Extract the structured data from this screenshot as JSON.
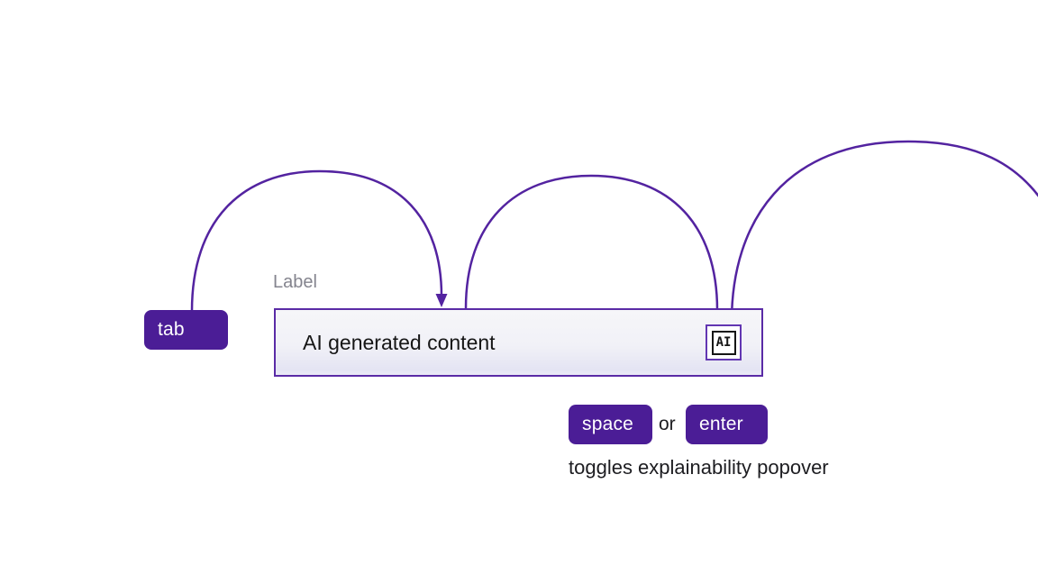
{
  "keys": {
    "tab": "tab",
    "space": "space",
    "enter": "enter"
  },
  "or_label": "or",
  "field": {
    "label": "Label",
    "value": "AI generated content",
    "ai_badge": "AI"
  },
  "caption": "toggles explainability popover",
  "colors": {
    "key_bg": "#4b1d96",
    "key_text": "#ffffff",
    "arc": "#5323a0",
    "field_border": "#5a2ba6",
    "field_bg_top": "#f6f6f9",
    "field_bg_bottom": "#e4e4f3",
    "field_text": "#161616",
    "label_text": "#84848e",
    "badge_border": "#6236b2",
    "badge_inner_border": "#161616",
    "caption_text": "#1d1d21"
  }
}
